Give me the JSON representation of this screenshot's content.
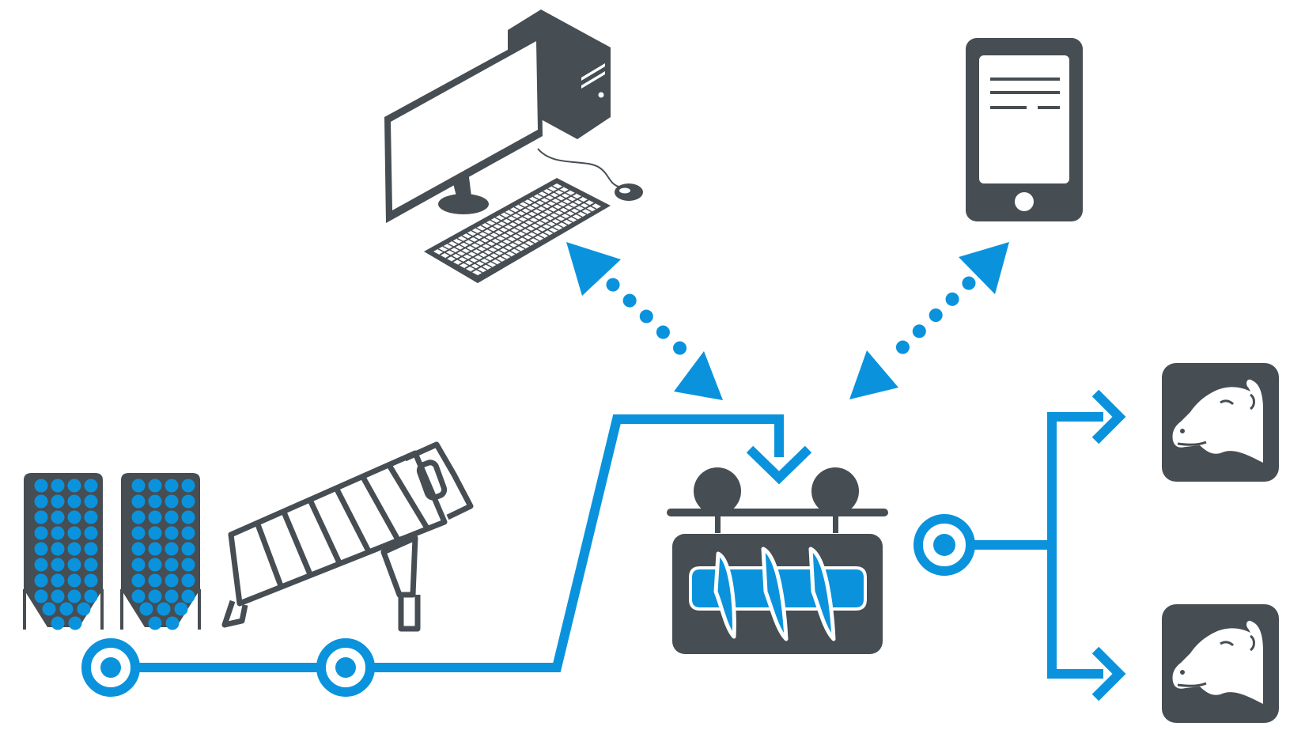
{
  "colors": {
    "accent": "#0a93dc",
    "dark": "#464d53",
    "background": "#ffffff"
  },
  "icons": {
    "computer": "desktop-computer-icon",
    "tablet": "tablet-icon",
    "silos": "feed-silo-icon",
    "auger": "auger-conveyor-icon",
    "mixer": "feed-mixer-icon",
    "cow": "cow-head-icon"
  },
  "connections": [
    {
      "from": "desktop-computer",
      "to": "feed-mixer",
      "style": "dotted",
      "direction": "both"
    },
    {
      "from": "tablet",
      "to": "feed-mixer",
      "style": "dotted",
      "direction": "both"
    },
    {
      "from": "feed-silos",
      "to": "feed-mixer",
      "style": "solid",
      "direction": "forward"
    },
    {
      "from": "feed-mixer",
      "to": "cow-top",
      "style": "solid",
      "direction": "forward"
    },
    {
      "from": "feed-mixer",
      "to": "cow-bottom",
      "style": "solid",
      "direction": "forward"
    }
  ]
}
